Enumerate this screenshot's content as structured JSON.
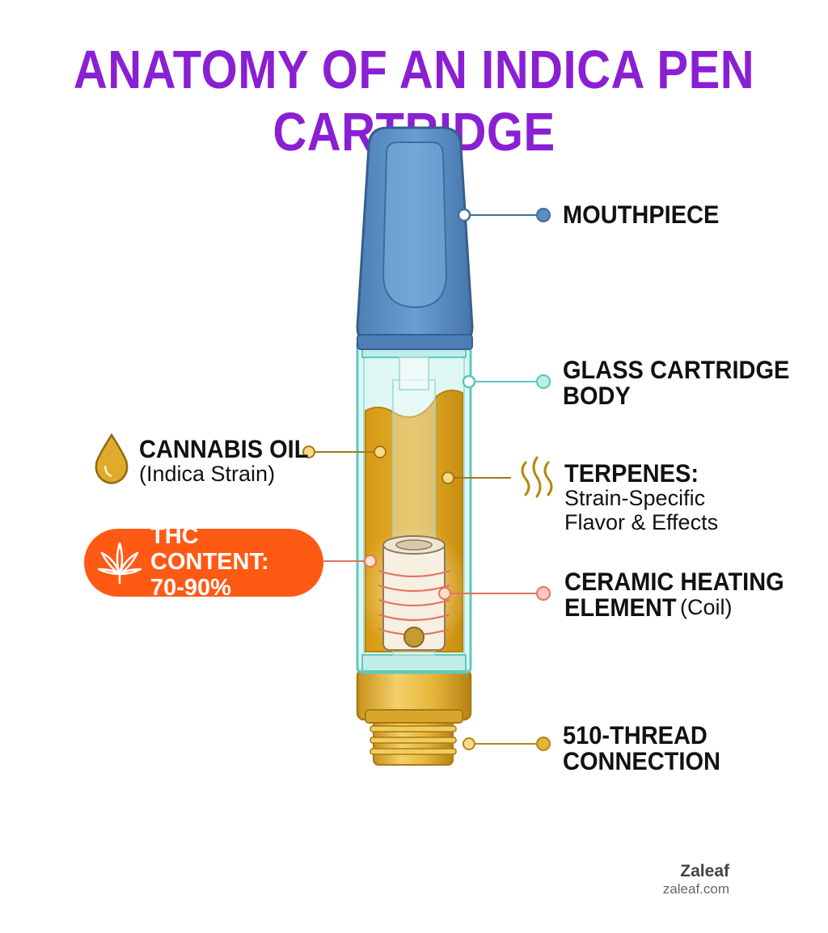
{
  "title": "ANATOMY OF AN INDICA PEN CARTRIDGE",
  "colors": {
    "title": "#8a1fd3",
    "mouthpiece": "#5b8fc4",
    "mouthpiece_dark": "#3f6d9e",
    "glass": "#bfeee8",
    "glass_edge": "#5fc9bd",
    "oil": "#d9a21e",
    "oil_dark": "#b9840f",
    "gold": "#e2b43a",
    "gold_dark": "#b48518",
    "coil": "#e5745f",
    "badge": "#ff5a14",
    "teal_line": "#55c7bb",
    "blue_line": "#3f6d9e",
    "oil_line": "#a47a17"
  },
  "labels": {
    "mouthpiece": {
      "l1": "MOUTHPIECE"
    },
    "glass": {
      "l1": "GLASS CARTRIDGE",
      "l2": "BODY"
    },
    "oil": {
      "l1": "CANNABIS OIL",
      "l2": "(Indica Strain)"
    },
    "terpenes": {
      "l1": "TERPENES:",
      "l2": "Strain-Specific",
      "l3": "Flavor & Effects"
    },
    "ceramic": {
      "l1": "CERAMIC HEATING",
      "l2_bold": "ELEMENT",
      "l2_reg": "(Coil)"
    },
    "thread": {
      "l1": "510-THREAD",
      "l2": "CONNECTION"
    }
  },
  "badge": {
    "l1": "THC CONTENT:",
    "l2": "70-90%"
  },
  "icons": {
    "drop": "oil-drop-icon",
    "steam": "steam-icon",
    "leaf": "cannabis-leaf-icon"
  },
  "brand": {
    "name": "Zaleaf",
    "url": "zaleaf.com"
  }
}
